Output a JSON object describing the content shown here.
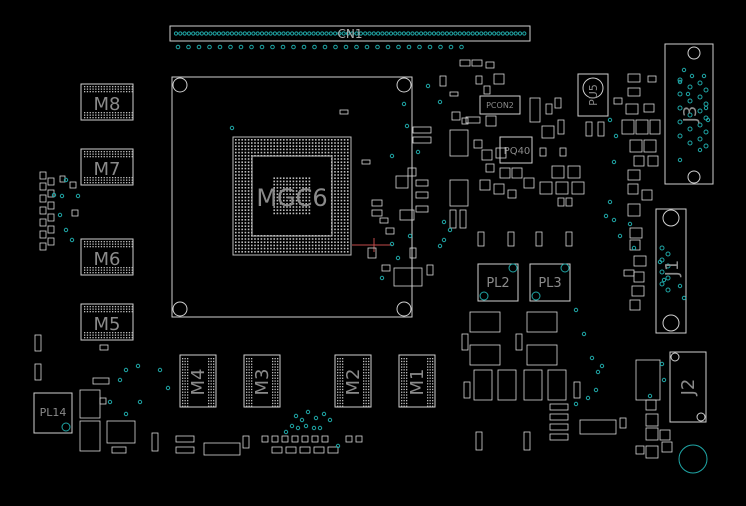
{
  "labels": {
    "cn1": "CN1",
    "m1": "M1",
    "m2": "M2",
    "m3": "M3",
    "m4": "M4",
    "m5": "M5",
    "m6": "M6",
    "m7": "M7",
    "m8": "M8",
    "gpu": "MGC6",
    "pl2": "PL2",
    "pl3": "PL3",
    "pl14": "PL14",
    "pu5": "PU5",
    "j1": "J1",
    "j2": "J2",
    "j3": "J3",
    "pcon2": "PCON2",
    "pq40": "PQ40"
  },
  "colors": {
    "background": "#000000",
    "silkscreen": "#cfcfcf",
    "via": "#1fa6a6",
    "label": "#8a8a8a"
  }
}
